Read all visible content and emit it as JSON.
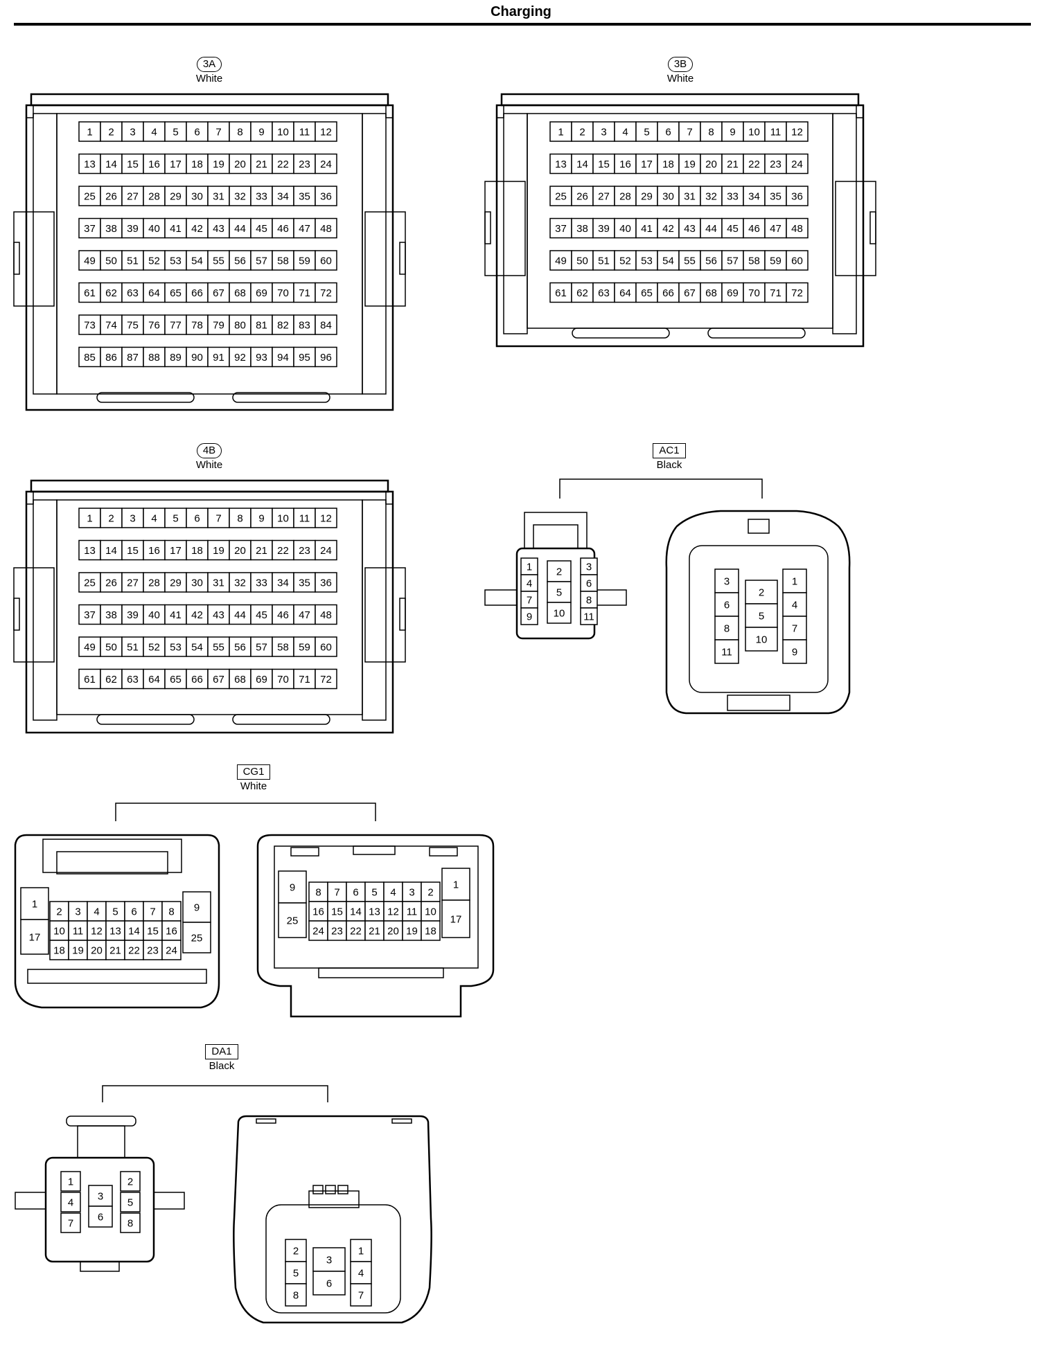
{
  "page": {
    "title": "Charging"
  },
  "connectors": {
    "c3A": {
      "code": "3A",
      "color": "White",
      "pins": 96,
      "rows": 8,
      "cols": 12
    },
    "c3B": {
      "code": "3B",
      "color": "White",
      "pins": 72,
      "rows": 6,
      "cols": 12
    },
    "c4B": {
      "code": "4B",
      "color": "White",
      "pins": 72,
      "rows": 6,
      "cols": 12
    },
    "AC1": {
      "code": "AC1",
      "color": "Black",
      "left_pins": [
        "1",
        "4",
        "7",
        "9",
        "2",
        "5",
        "10",
        "3",
        "6",
        "8",
        "11"
      ],
      "right_pins": [
        "3",
        "6",
        "8",
        "11",
        "2",
        "5",
        "10",
        "1",
        "4",
        "7",
        "9"
      ]
    },
    "CG1": {
      "code": "CG1",
      "color": "White",
      "left_pins": [
        "1",
        "17",
        "2",
        "3",
        "4",
        "5",
        "6",
        "7",
        "8",
        "10",
        "11",
        "12",
        "13",
        "14",
        "15",
        "16",
        "18",
        "19",
        "20",
        "21",
        "22",
        "23",
        "24",
        "9",
        "25"
      ],
      "right_pins": [
        "9",
        "25",
        "8",
        "7",
        "6",
        "5",
        "4",
        "3",
        "2",
        "16",
        "15",
        "14",
        "13",
        "12",
        "11",
        "10",
        "24",
        "23",
        "22",
        "21",
        "20",
        "19",
        "18",
        "1",
        "17"
      ]
    },
    "DA1": {
      "code": "DA1",
      "color": "Black",
      "left_pins": [
        "1",
        "4",
        "7",
        "3",
        "6",
        "2",
        "5",
        "8"
      ],
      "right_pins": [
        "2",
        "5",
        "8",
        "3",
        "6",
        "1",
        "4",
        "7"
      ]
    }
  }
}
